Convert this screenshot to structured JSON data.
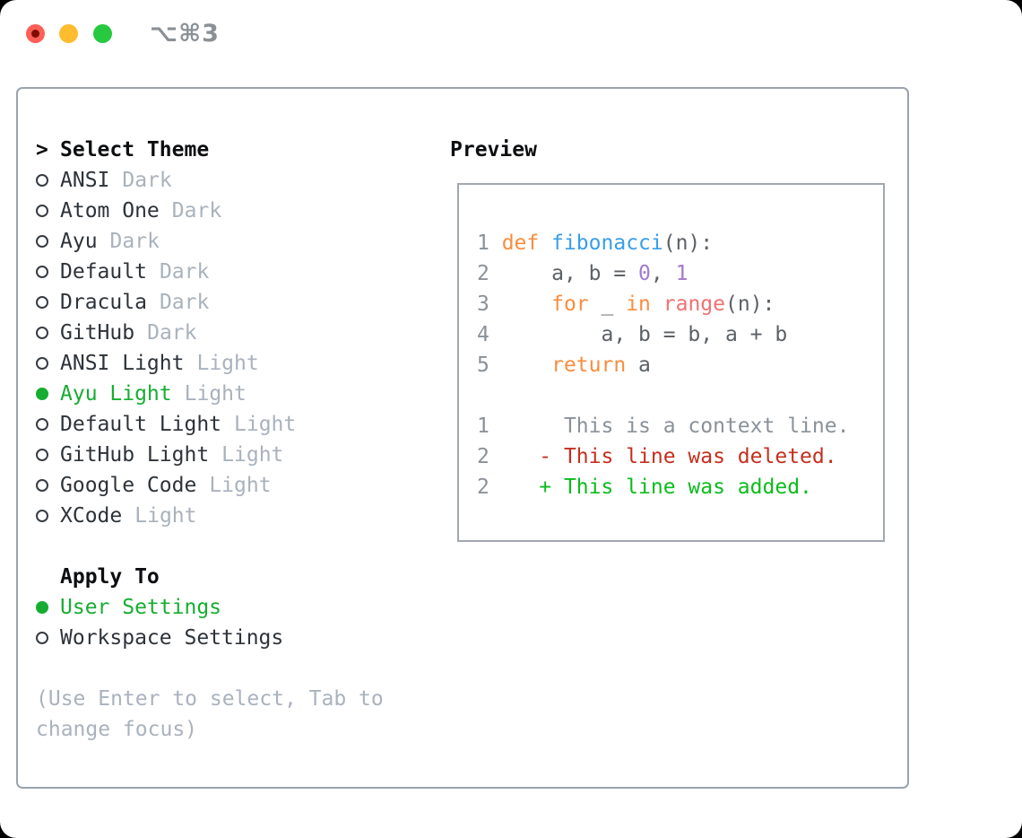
{
  "window": {
    "shortcut": "⌥⌘3"
  },
  "colors": {
    "traffic_red": "#ff5f57",
    "traffic_red_dot": "#7e0c05",
    "traffic_yellow": "#febc2e",
    "traffic_green": "#28c840",
    "shortcut_text": "#8a9095",
    "panel_border": "#9aa3ae",
    "preview_border": "#a2a8b0",
    "header_text": "#0c0e10",
    "text_primary": "#2d3339",
    "muted": "#a9b2bd",
    "selected_green": "#16ad31",
    "code_plain": "#5c6166",
    "code_keyword": "#fa8d3e",
    "code_function": "#399ee6",
    "code_number": "#a37acc",
    "code_builtin": "#f07171",
    "code_linenum": "#8a9199",
    "diff_context": "#8a9199",
    "diff_deleted": "#c52f1d",
    "diff_added": "#0cbc1c"
  },
  "theme_list": {
    "header_prefix": ">",
    "header": "Select Theme",
    "items": [
      {
        "name": "ANSI",
        "tag": "Dark",
        "selected": false
      },
      {
        "name": "Atom One",
        "tag": "Dark",
        "selected": false
      },
      {
        "name": "Ayu",
        "tag": "Dark",
        "selected": false
      },
      {
        "name": "Default",
        "tag": "Dark",
        "selected": false
      },
      {
        "name": "Dracula",
        "tag": "Dark",
        "selected": false
      },
      {
        "name": "GitHub",
        "tag": "Dark",
        "selected": false
      },
      {
        "name": "ANSI Light",
        "tag": "Light",
        "selected": false
      },
      {
        "name": "Ayu Light",
        "tag": "Light",
        "selected": true
      },
      {
        "name": "Default Light",
        "tag": "Light",
        "selected": false
      },
      {
        "name": "GitHub Light",
        "tag": "Light",
        "selected": false
      },
      {
        "name": "Google Code",
        "tag": "Light",
        "selected": false
      },
      {
        "name": "XCode",
        "tag": "Light",
        "selected": false
      }
    ]
  },
  "apply_to": {
    "header": "Apply To",
    "options": [
      {
        "label": "User Settings",
        "selected": true
      },
      {
        "label": "Workspace Settings",
        "selected": false
      }
    ]
  },
  "hint": "(Use Enter to select, Tab to change focus)",
  "preview": {
    "header": "Preview",
    "lines": [
      {
        "tokens": [
          {
            "t": "1 ",
            "c": "linenum"
          },
          {
            "t": "def",
            "c": "keyword"
          },
          {
            "t": " ",
            "c": "plain"
          },
          {
            "t": "fibonacci",
            "c": "function"
          },
          {
            "t": "(n):",
            "c": "plain"
          }
        ]
      },
      {
        "tokens": [
          {
            "t": "2 ",
            "c": "linenum"
          },
          {
            "t": "    a, b = ",
            "c": "plain"
          },
          {
            "t": "0",
            "c": "number"
          },
          {
            "t": ", ",
            "c": "plain"
          },
          {
            "t": "1",
            "c": "number"
          }
        ]
      },
      {
        "tokens": [
          {
            "t": "3 ",
            "c": "linenum"
          },
          {
            "t": "    ",
            "c": "plain"
          },
          {
            "t": "for",
            "c": "keyword"
          },
          {
            "t": " _ ",
            "c": "plain"
          },
          {
            "t": "in",
            "c": "keyword"
          },
          {
            "t": " ",
            "c": "plain"
          },
          {
            "t": "range",
            "c": "builtin"
          },
          {
            "t": "(n):",
            "c": "plain"
          }
        ]
      },
      {
        "tokens": [
          {
            "t": "4 ",
            "c": "linenum"
          },
          {
            "t": "        a, b = b, a + b",
            "c": "plain"
          }
        ]
      },
      {
        "tokens": [
          {
            "t": "5 ",
            "c": "linenum"
          },
          {
            "t": "    ",
            "c": "plain"
          },
          {
            "t": "return",
            "c": "keyword"
          },
          {
            "t": " a",
            "c": "plain"
          }
        ]
      },
      {
        "tokens": []
      },
      {
        "tokens": [
          {
            "t": "1",
            "c": "linenum"
          },
          {
            "t": "      This is a context line.",
            "c": "context"
          }
        ]
      },
      {
        "tokens": [
          {
            "t": "2",
            "c": "linenum"
          },
          {
            "t": "    ",
            "c": "plain"
          },
          {
            "t": "- This line was deleted.",
            "c": "deleted"
          }
        ]
      },
      {
        "tokens": [
          {
            "t": "2",
            "c": "linenum"
          },
          {
            "t": "    ",
            "c": "plain"
          },
          {
            "t": "+ This line was added.",
            "c": "added"
          }
        ]
      }
    ]
  }
}
